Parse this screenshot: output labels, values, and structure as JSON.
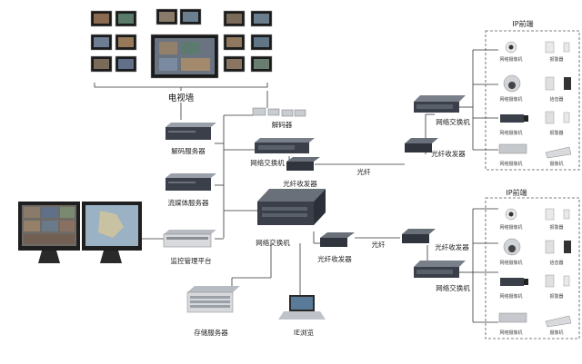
{
  "labels": {
    "tv_wall": "电视墙",
    "decoder_box": "解码器",
    "decode_server": "解码服务器",
    "media_server": "流媒体服务器",
    "monitor_platform": "监控管理平台",
    "storage_server": "存储服务器",
    "ie_browse": "IE浏览",
    "switch_top": "网络交换机",
    "switch_center": "网络交换机",
    "transceiver_top": "光纤收发器",
    "transceiver_mid": "光纤收发器",
    "fiber_top": "光纤",
    "fiber_mid": "光纤",
    "right_top_transceiver": "光纤收发器",
    "right_top_switch": "网络交换机",
    "right_bot_transceiver": "光纤收发器",
    "right_bot_switch": "网络交换机",
    "ip_front_top": "IP前端",
    "ip_front_bottom": "IP前端"
  },
  "camera_rows_top": [
    {
      "cam": "网络摄像机",
      "dev": "报警器"
    },
    {
      "cam": "网络摄像机",
      "dev": "拾音器"
    },
    {
      "cam": "网络摄像机",
      "dev": "报警器"
    },
    {
      "cam": "网络摄像机",
      "dev": "摄像机"
    }
  ],
  "camera_rows_bottom": [
    {
      "cam": "网络摄像机",
      "dev": "报警器"
    },
    {
      "cam": "网络摄像机",
      "dev": "拾音器"
    },
    {
      "cam": "网络摄像机",
      "dev": "报警器"
    },
    {
      "cam": "网络摄像机",
      "dev": "摄像机"
    }
  ],
  "colors": {
    "line": "#333333",
    "device_dark": "#3a3f4a",
    "device_light": "#c9ccd1",
    "screen": "#4d6a86",
    "dashed": "#555555"
  }
}
